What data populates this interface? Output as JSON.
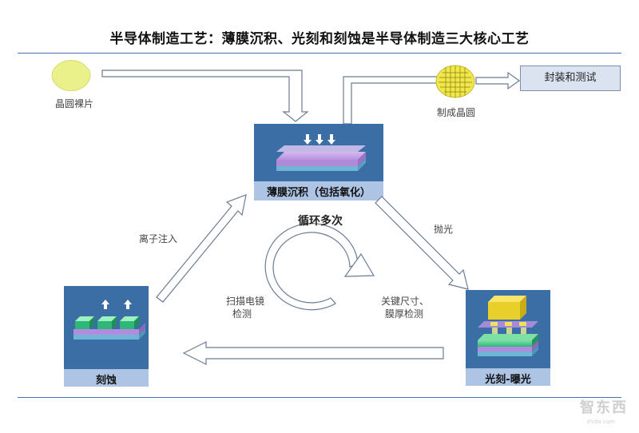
{
  "title": "半导体制造工艺：薄膜沉积、光刻和刻蚀是半导体制造三大核心工艺",
  "nodes": {
    "wafer": "晶圆裸片",
    "finished_wafer": "制成晶圆",
    "package_test": "封装和测试",
    "deposition": "薄膜沉积（包括氧化）",
    "lithography": "光刻-曝光",
    "etch": "刻蚀"
  },
  "edges": {
    "ion_implant": "离子注入",
    "polish": "抛光",
    "sem_check_line1": "扫描电镜",
    "sem_check_line2": "检测",
    "cd_check_line1": "关键尺寸、",
    "cd_check_line2": "膜厚检测",
    "cycle": "循环多次"
  },
  "watermark": "智东西",
  "watermark_sub": "zhidx.com",
  "colors": {
    "rule": "#4a6fb4",
    "box_bg": "#3a6ea5",
    "caption_bg": "#aec4e5",
    "arrow_fill": "#ffffff",
    "arrow_stroke": "#6b7c95",
    "wafer_yellow": "#eaf08a",
    "chip_yellow": "#e8d84a"
  }
}
